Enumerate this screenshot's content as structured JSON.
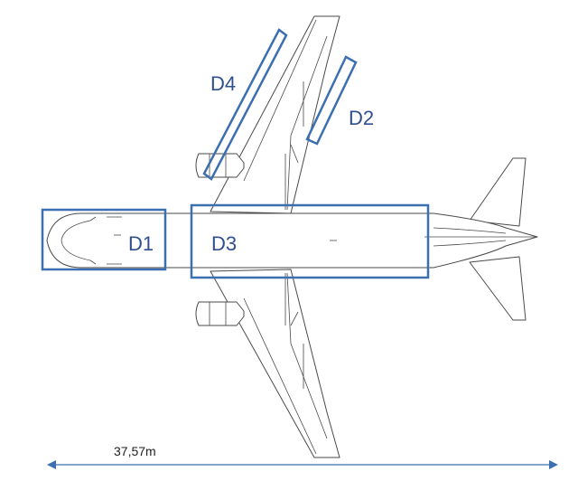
{
  "zones": [
    {
      "id": "D1",
      "label": "D1"
    },
    {
      "id": "D2",
      "label": "D2"
    },
    {
      "id": "D3",
      "label": "D3"
    },
    {
      "id": "D4",
      "label": "D4"
    }
  ],
  "dimension": {
    "label": "37,57m"
  },
  "colors": {
    "zone": "#3c6fb0",
    "label": "#2f4f8f",
    "outline": "#4a4a4a"
  }
}
